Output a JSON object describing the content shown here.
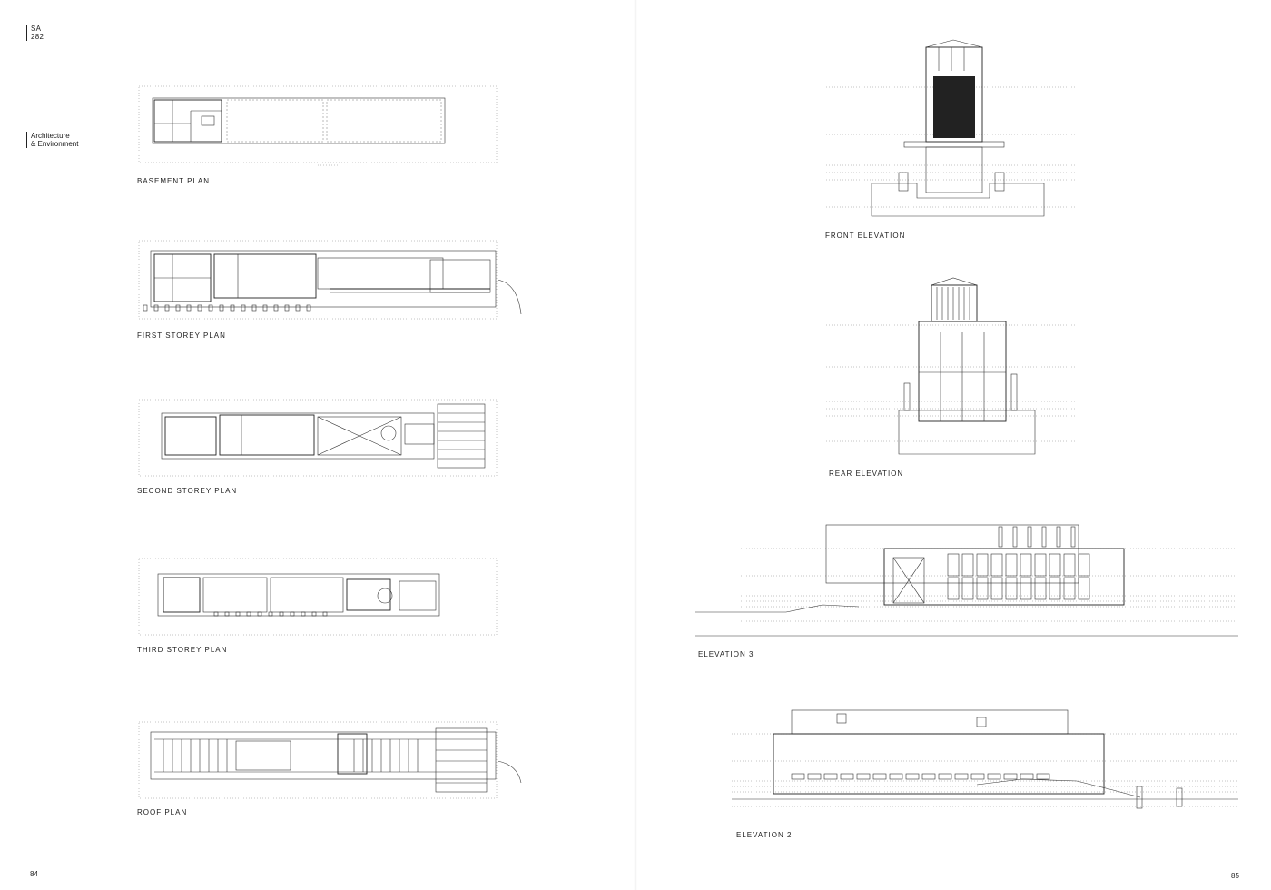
{
  "left_page": {
    "issue": {
      "line1": "SA",
      "line2": "282"
    },
    "section": {
      "line1": "Architecture",
      "line2": "& Environment"
    },
    "page_number": "84",
    "captions": {
      "basement": "BASEMENT PLAN",
      "first": "FIRST STOREY PLAN",
      "second": "SECOND STOREY PLAN",
      "third": "THIRD STOREY PLAN",
      "roof": "ROOF PLAN"
    }
  },
  "right_page": {
    "page_number": "85",
    "captions": {
      "front": "FRONT ELEVATION",
      "rear": "REAR ELEVATION",
      "elev3": "ELEVATION 3",
      "elev2": "ELEVATION 2"
    }
  }
}
